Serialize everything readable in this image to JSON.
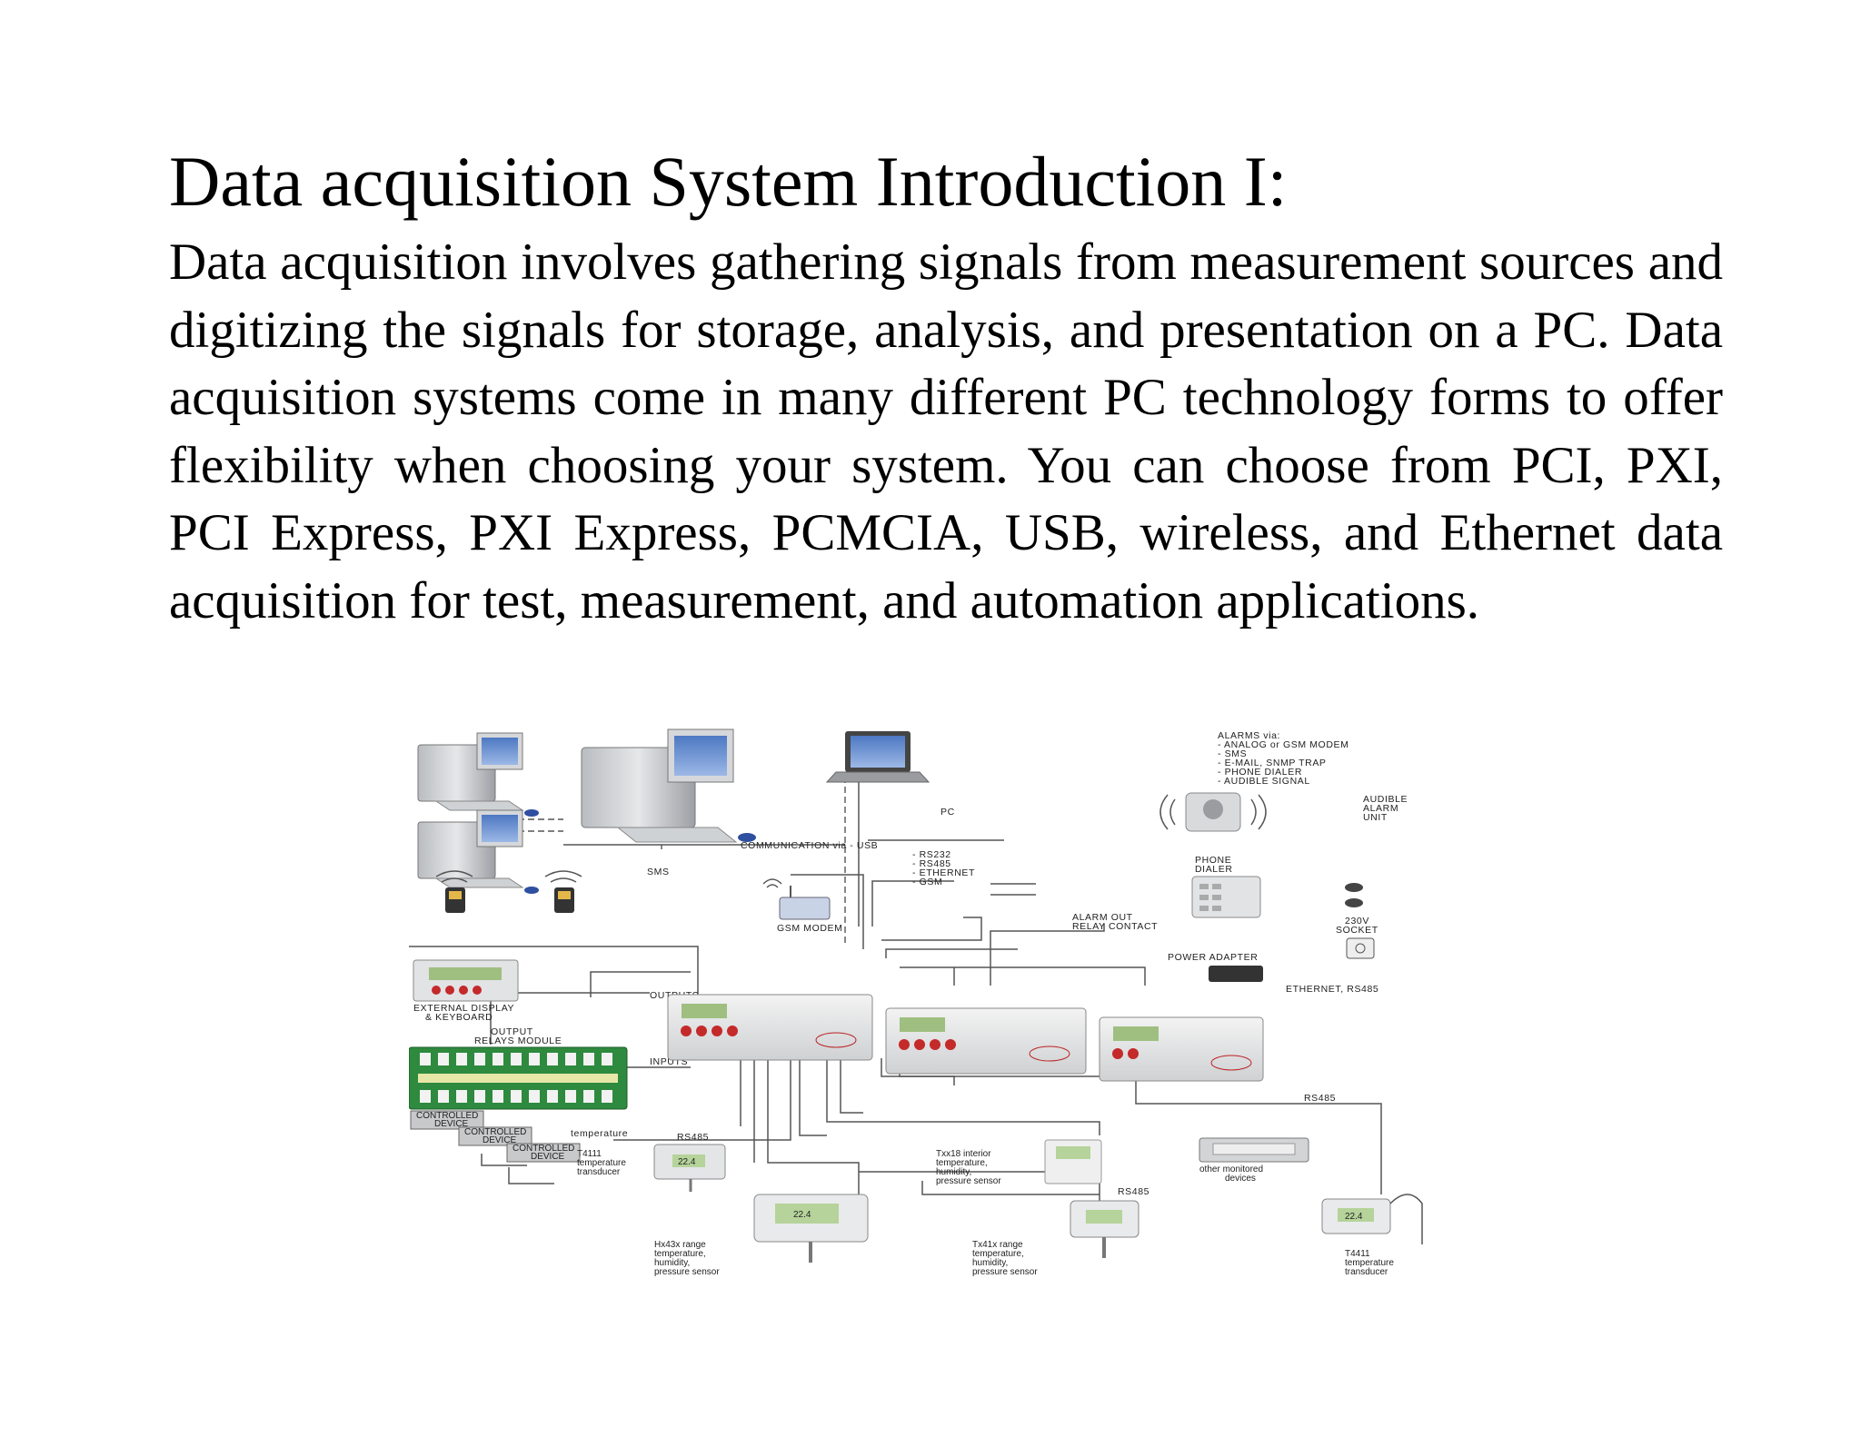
{
  "title": "Data acquisition System Introduction I:",
  "body": "Data acquisition involves gathering signals from measurement sources and digitizing the signals for storage, analysis, and presentation on a PC. Data acquisition systems come in many different PC technology forms to offer flexibility when choosing your system. You can choose from PCI, PXI, PCI Express, PXI Express, PCMCIA, USB, wireless, and Ethernet data acquisition for test, measurement, and automation applications.",
  "diagram": {
    "alarms": [
      "ALARMS via:",
      "- ANALOG or GSM MODEM",
      "- SMS",
      "- E-MAIL, SNMP TRAP",
      "- PHONE DIALER",
      "- AUDIBLE SIGNAL"
    ],
    "audible_alarm": [
      "AUDIBLE",
      "ALARM",
      "UNIT"
    ],
    "pc": "PC",
    "communication": [
      "COMMUNICATION via - USB",
      "- RS232",
      "- RS485",
      "- ETHERNET",
      "- GSM"
    ],
    "sms": "SMS",
    "gsm_modem": "GSM MODEM",
    "phone_dialer": [
      "PHONE",
      "DIALER"
    ],
    "alarm_out": [
      "ALARM OUT",
      "RELAY CONTACT"
    ],
    "socket": [
      "230V",
      "SOCKET"
    ],
    "power_adapter": "POWER ADAPTER",
    "ethernet_rs485": "ETHERNET, RS485",
    "external_display": [
      "EXTERNAL DISPLAY",
      "& KEYBOARD"
    ],
    "outputs": "OUTPUTS",
    "output_relays": [
      "OUTPUT",
      "RELAYS MODULE"
    ],
    "inputs": "INPUTS",
    "controlled_device": [
      "CONTROLLED",
      "DEVICE"
    ],
    "temperature": "temperature",
    "rs485": "RS485",
    "t4111": [
      "T4111",
      "temperature",
      "transducer"
    ],
    "txx18": [
      "Txx18 interior",
      "temperature,",
      "humidity,",
      "pressure sensor"
    ],
    "other_devices": [
      "other monitored",
      "devices"
    ],
    "hx43x": [
      "Hx43x range",
      "temperature,",
      "humidity,",
      "pressure sensor"
    ],
    "tx41x": [
      "Tx41x range",
      "temperature,",
      "humidity,",
      "pressure sensor"
    ],
    "t4411": [
      "T4411",
      "temperature",
      "transducer"
    ],
    "display_reading": "22.4"
  }
}
